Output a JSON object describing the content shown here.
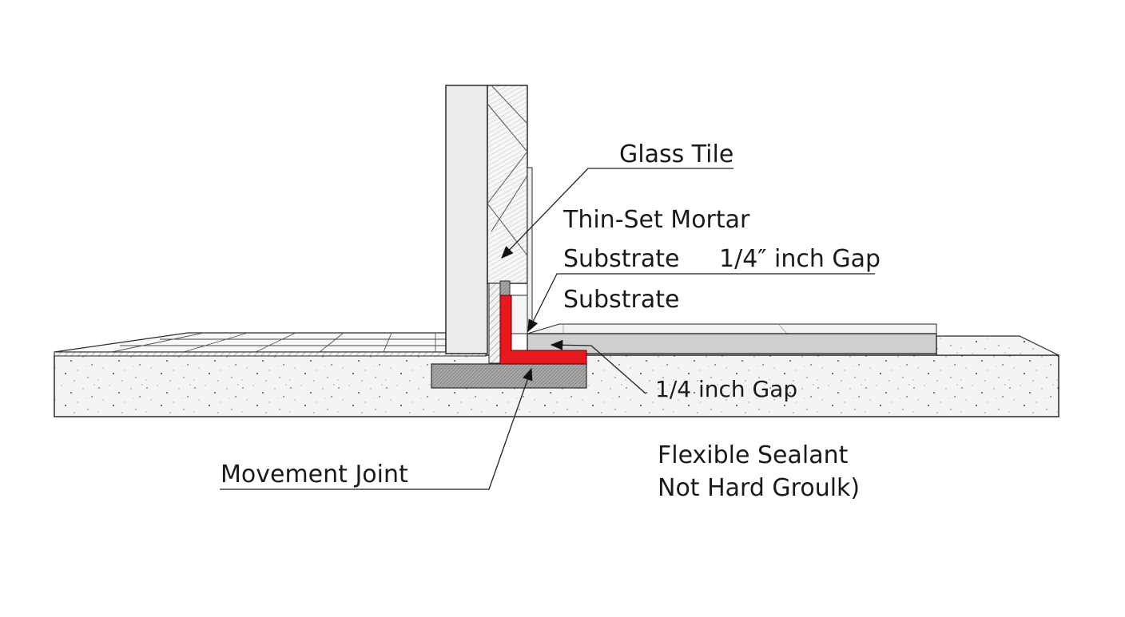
{
  "labels": {
    "glass_tile": "Glass Tile",
    "thin_set_mortar": "Thin-Set Mortar",
    "substrate_1": "Substrate",
    "gap_upper": "1/4″ inch Gap",
    "substrate_2": "Substrate",
    "gap_lower": "1/4 inch Gap",
    "movement_joint": "Movement Joint",
    "flexible_sealant_line1": "Flexible Sealant",
    "flexible_sealant_line2": "Not Hard Groulk)"
  },
  "colors": {
    "sealant": "#e8191d",
    "line": "#2a2a2a",
    "wall_face": "#ececec",
    "slab_fill": "#f4f4f2",
    "raised_tile": "#cfcfcf",
    "floor_tile": "#f6f6f6",
    "mortar_bed": "#8f8f8f",
    "background": "#ffffff"
  }
}
